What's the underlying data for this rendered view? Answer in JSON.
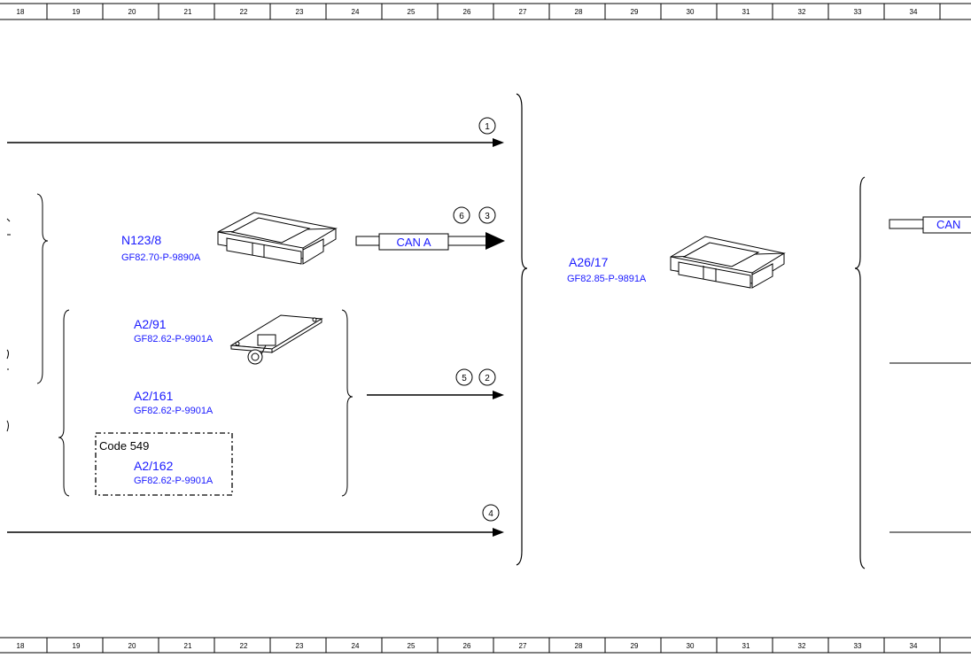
{
  "ruler": {
    "columns": [
      "18",
      "19",
      "20",
      "21",
      "22",
      "23",
      "24",
      "25",
      "26",
      "27",
      "28",
      "29",
      "30",
      "31",
      "32",
      "33",
      "34"
    ]
  },
  "components": {
    "n123_8": {
      "id": "N123/8",
      "ref": "GF82.70-P-9890A"
    },
    "a2_91": {
      "id": "A2/91",
      "ref": "GF82.62-P-9901A"
    },
    "a2_161": {
      "id": "A2/161",
      "ref": "GF82.62-P-9901A"
    },
    "a2_162": {
      "id": "A2/162",
      "ref": "GF82.62-P-9901A"
    },
    "a26_17": {
      "id": "A26/17",
      "ref": "GF82.85-P-9891A"
    }
  },
  "code_box": {
    "label": "Code 549"
  },
  "can_bus": {
    "left_label": "CAN A",
    "right_label": "CAN"
  },
  "connectors": {
    "c1": "1",
    "c2": "2",
    "c3": "3",
    "c4": "4",
    "c5": "5",
    "c6": "6"
  },
  "colors": {
    "label_blue": "#1a1aff",
    "line": "#000000"
  }
}
